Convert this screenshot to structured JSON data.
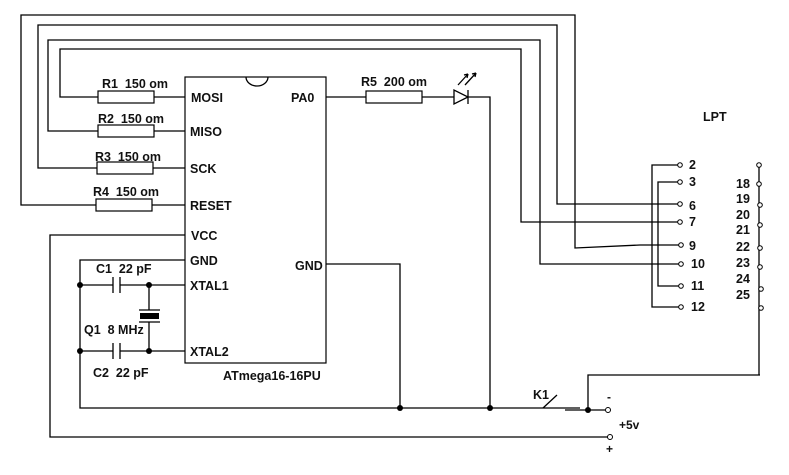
{
  "chip": {
    "name": "ATmega16-16PU",
    "left_pins": [
      "MOSI",
      "MISO",
      "SCK",
      "RESET",
      "VCC",
      "GND",
      "XTAL1",
      "XTAL2"
    ],
    "right_pins": [
      "PA0",
      "GND"
    ]
  },
  "resistors": [
    {
      "id": "R1",
      "label": "R1  150 om"
    },
    {
      "id": "R2",
      "label": "R2  150 om"
    },
    {
      "id": "R3",
      "label": "R3  150 om"
    },
    {
      "id": "R4",
      "label": "R4  150 om"
    },
    {
      "id": "R5",
      "label": "R5  200 om"
    }
  ],
  "capacitors": [
    {
      "id": "C1",
      "label": "C1  22 pF"
    },
    {
      "id": "C2",
      "label": "C2  22 pF"
    }
  ],
  "crystal": {
    "id": "Q1",
    "label": "Q1  8 MHz"
  },
  "switch": {
    "id": "K1",
    "label": "K1"
  },
  "power": {
    "label": "+5v",
    "minus": "-",
    "plus": "+"
  },
  "connector": {
    "title": "LPT",
    "left_pins": [
      "2",
      "3",
      "6",
      "7",
      "9",
      "10",
      "11",
      "12"
    ],
    "right_pins": [
      "18",
      "19",
      "20",
      "21",
      "22",
      "23",
      "24",
      "25"
    ]
  }
}
